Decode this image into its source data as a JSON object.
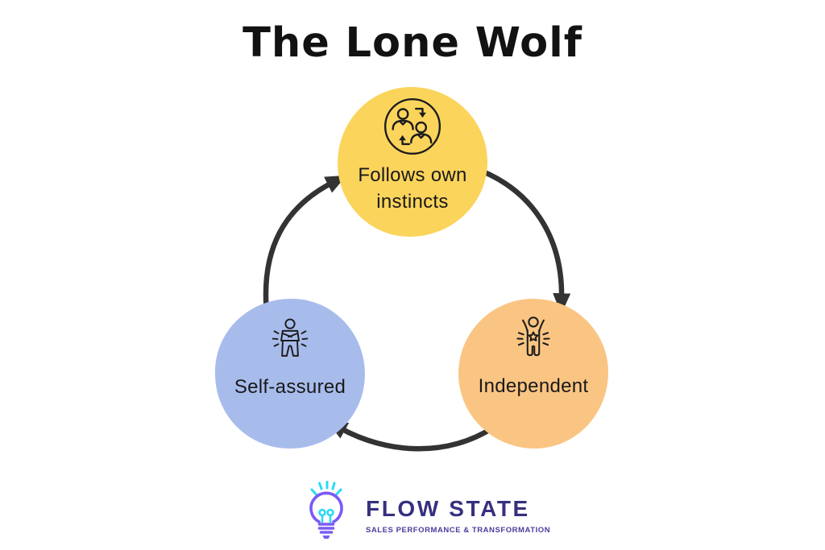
{
  "title": "The Lone Wolf",
  "cycle": {
    "top": {
      "label_line1": "Follows own",
      "label_line2": "instincts",
      "color": "#FBD45C",
      "icon": "people-swap-icon"
    },
    "right": {
      "label": "Independent",
      "color": "#FAC583",
      "icon": "achiever-person-icon"
    },
    "left": {
      "label": "Self-assured",
      "color": "#A8BCEC",
      "icon": "confident-person-icon"
    }
  },
  "arrows": {
    "color": "#333333",
    "direction": "clockwise"
  },
  "footer": {
    "brand": "FLOW STATE",
    "tagline": "SALES PERFORMANCE & TRANSFORMATION",
    "colors": {
      "brand_text": "#37307E",
      "tagline_text": "#4A3D9C",
      "bulb_purple": "#7B5BF5",
      "bulb_cyan": "#2BD9F6"
    }
  }
}
